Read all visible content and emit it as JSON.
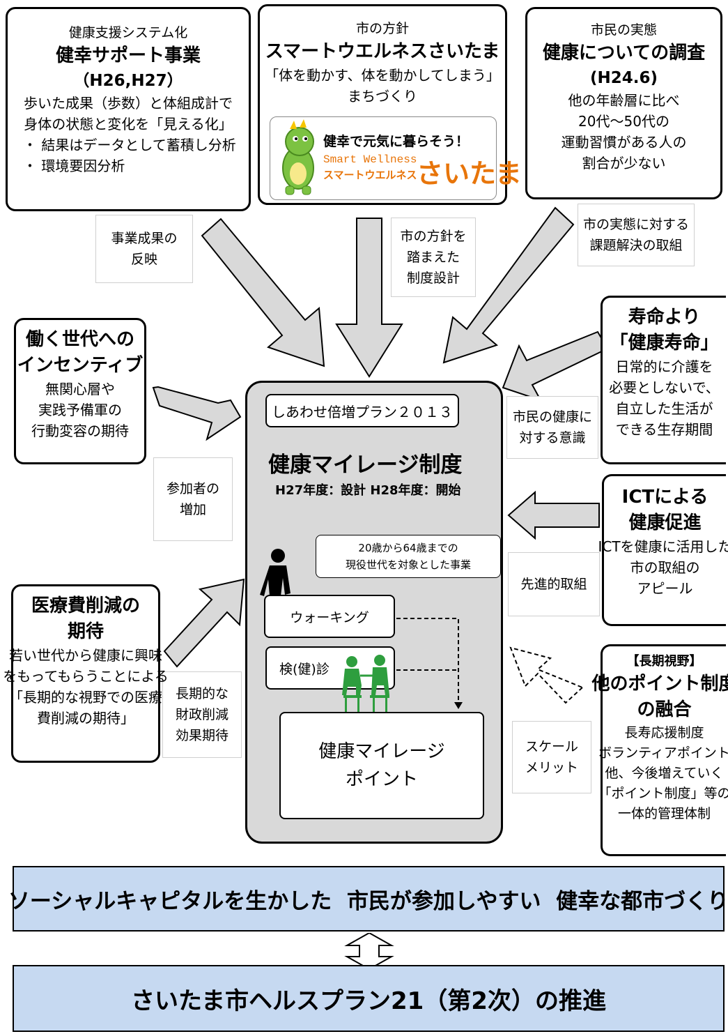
{
  "top_left": {
    "l1": "健康支援システム化",
    "l2": "健幸サポート事業",
    "l3": "（H26,H27）",
    "l4": "歩いた成果（歩数）と体組成計で",
    "l5": "身体の状態と変化を「見える化」",
    "b1": "・ 結果はデータとして蓄積し分析",
    "b2": "・ 環境要因分析"
  },
  "top_center": {
    "l1": "市の方針",
    "l2": "スマートウエルネスさいたま",
    "l3": "「体を動かす、体を動かしてしまう」",
    "l4": "まちづくり",
    "logo_l1": "健幸で元気に暮らそう！",
    "logo_l2": "Smart Wellness",
    "logo_l3": "スマートウエルネス",
    "logo_l4": "さいたま"
  },
  "top_right": {
    "l1": "市民の実態",
    "l2": "健康についての調査",
    "l3": "(H24.6)",
    "l4": "他の年齢層に比べ",
    "l5": "20代～50代の",
    "l6": "運動習慣がある人の",
    "l7": "割合が少ない"
  },
  "labels": {
    "jigyo": [
      "事業成果の",
      "反映"
    ],
    "hoshin": [
      "市の方針を",
      "踏まえた",
      "制度設計"
    ],
    "jittai": [
      "市の実態に対する",
      "課題解決の取組"
    ],
    "ishiki": [
      "市民の健康に",
      "対する意識"
    ],
    "sankasha": [
      "参加者の",
      "増加"
    ],
    "senshin": [
      "先進的取組"
    ],
    "zaisei": [
      "長期的な",
      "財政削減",
      "効果期待"
    ],
    "scale": [
      "スケール",
      "メリット"
    ]
  },
  "left_work": {
    "title1": "働く世代への",
    "title2": "インセンティブ",
    "l1": "無関心層や",
    "l2": "実践予備軍の",
    "l3": "行動変容の期待"
  },
  "left_medical": {
    "title1": "医療費削減の",
    "title2": "期待",
    "l1": "若い世代から健康に興味",
    "l2": "をもってもらうことによる",
    "l3": "「長期的な視野での医療",
    "l4": "費削減の期待」"
  },
  "right_life": {
    "title1": "寿命より",
    "title2": "「健康寿命」",
    "l1": "日常的に介護を",
    "l2": "必要としないで、",
    "l3": "自立した生活が",
    "l4": "できる生存期間"
  },
  "right_ict": {
    "title1": "ICTによる",
    "title2": "健康促進",
    "l1": "ICTを健康に活用した",
    "l2": "市の取組の",
    "l3": "アピール"
  },
  "right_point": {
    "tag": "【長期視野】",
    "title1": "他のポイント制度",
    "title2": "の融合",
    "l1": "長寿応援制度",
    "l2": "ボランティアポイント",
    "l3": "他、今後増えていく",
    "l4": "「ポイント制度」等の",
    "l5": "一体的管理体制"
  },
  "center": {
    "plan": "しあわせ倍増プラン２０１３",
    "title": "健康マイレージ制度",
    "sub": "H27年度：設計  H28年度：開始",
    "target1": "20歳から64歳までの",
    "target2": "現役世代を対象とした事業",
    "walking": "ウォーキング",
    "checkup": "検(健)診",
    "point1": "健康マイレージ",
    "point2": "ポイント"
  },
  "banners": {
    "top": "ソーシャルキャピタルを生かした  市民が参加しやすい  健幸な都市づくり",
    "bottom": "さいたま市ヘルスプラン21（第2次）の推進"
  },
  "colors": {
    "arrow_fill": "#d9d9d9",
    "center_fill": "#d9d9d9",
    "banner_fill": "#c6d9f1",
    "logo_green": "#5aa832",
    "logo_orange": "#e8750a",
    "mascot_green": "#7cc242",
    "doctor_green": "#2e9e3e"
  }
}
